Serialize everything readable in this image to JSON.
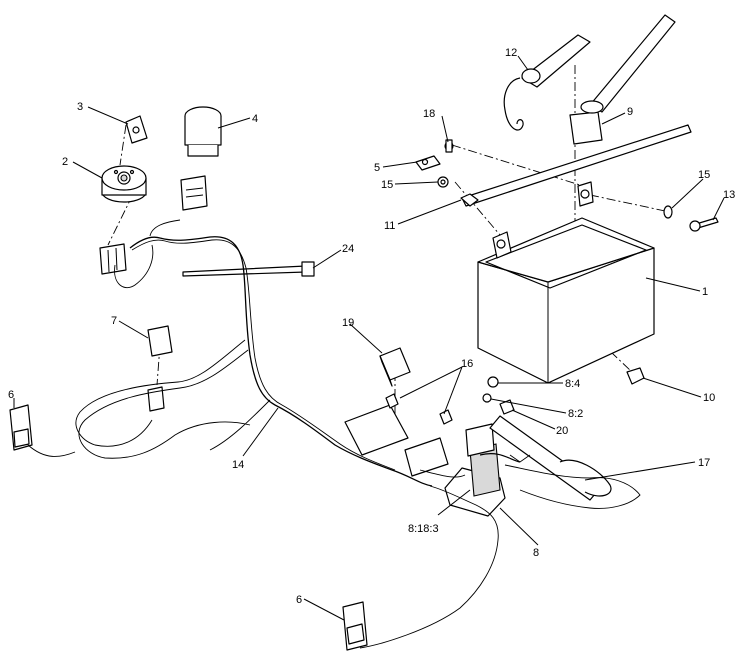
{
  "callouts": [
    {
      "id": "c1",
      "text": "1"
    },
    {
      "id": "c2",
      "text": "2"
    },
    {
      "id": "c3",
      "text": "3"
    },
    {
      "id": "c4",
      "text": "4"
    },
    {
      "id": "c5",
      "text": "5"
    },
    {
      "id": "c6a",
      "text": "6"
    },
    {
      "id": "c6b",
      "text": "6"
    },
    {
      "id": "c7",
      "text": "7"
    },
    {
      "id": "c8",
      "text": "8"
    },
    {
      "id": "c9",
      "text": "9"
    },
    {
      "id": "c10",
      "text": "10"
    },
    {
      "id": "c11",
      "text": "11"
    },
    {
      "id": "c12",
      "text": "12"
    },
    {
      "id": "c13",
      "text": "13"
    },
    {
      "id": "c14",
      "text": "14"
    },
    {
      "id": "c15a",
      "text": "15"
    },
    {
      "id": "c15b",
      "text": "15"
    },
    {
      "id": "c16",
      "text": "16"
    },
    {
      "id": "c17",
      "text": "17"
    },
    {
      "id": "c18",
      "text": "18"
    },
    {
      "id": "c19",
      "text": "19"
    },
    {
      "id": "c20",
      "text": "20"
    },
    {
      "id": "c24",
      "text": "24"
    },
    {
      "id": "c84",
      "text": "8:4"
    },
    {
      "id": "c82",
      "text": "8:2"
    },
    {
      "id": "c8183",
      "text": "8:18:3"
    }
  ]
}
